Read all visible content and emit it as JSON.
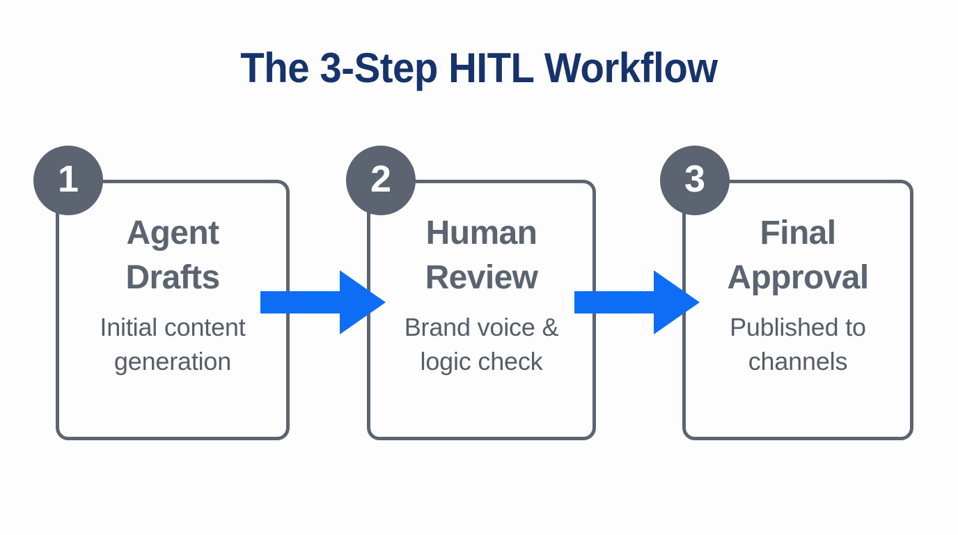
{
  "page": {
    "title": "The 3-Step HITL Workflow",
    "background_color": "#fdfdfd",
    "title_color": "#17336b"
  },
  "theme": {
    "card_stroke_color": "#5b6470",
    "badge_fill_color": "#5b6470",
    "badge_text_color": "#ffffff",
    "step_title_color": "#5b6470",
    "step_subtitle_color": "#555d68",
    "arrow_color": "#0d6ef5"
  },
  "steps": [
    {
      "number": "1",
      "title": "Agent\nDrafts",
      "subtitle": "Initial content\ngeneration"
    },
    {
      "number": "2",
      "title": "Human\nReview",
      "subtitle": "Brand voice &\nlogic check"
    },
    {
      "number": "3",
      "title": "Final\nApproval",
      "subtitle": "Published to\nchannels"
    }
  ],
  "connectors": [
    {
      "name": "arrow-step1-to-step2",
      "direction": "right"
    },
    {
      "name": "arrow-step2-to-step3",
      "direction": "right"
    }
  ]
}
